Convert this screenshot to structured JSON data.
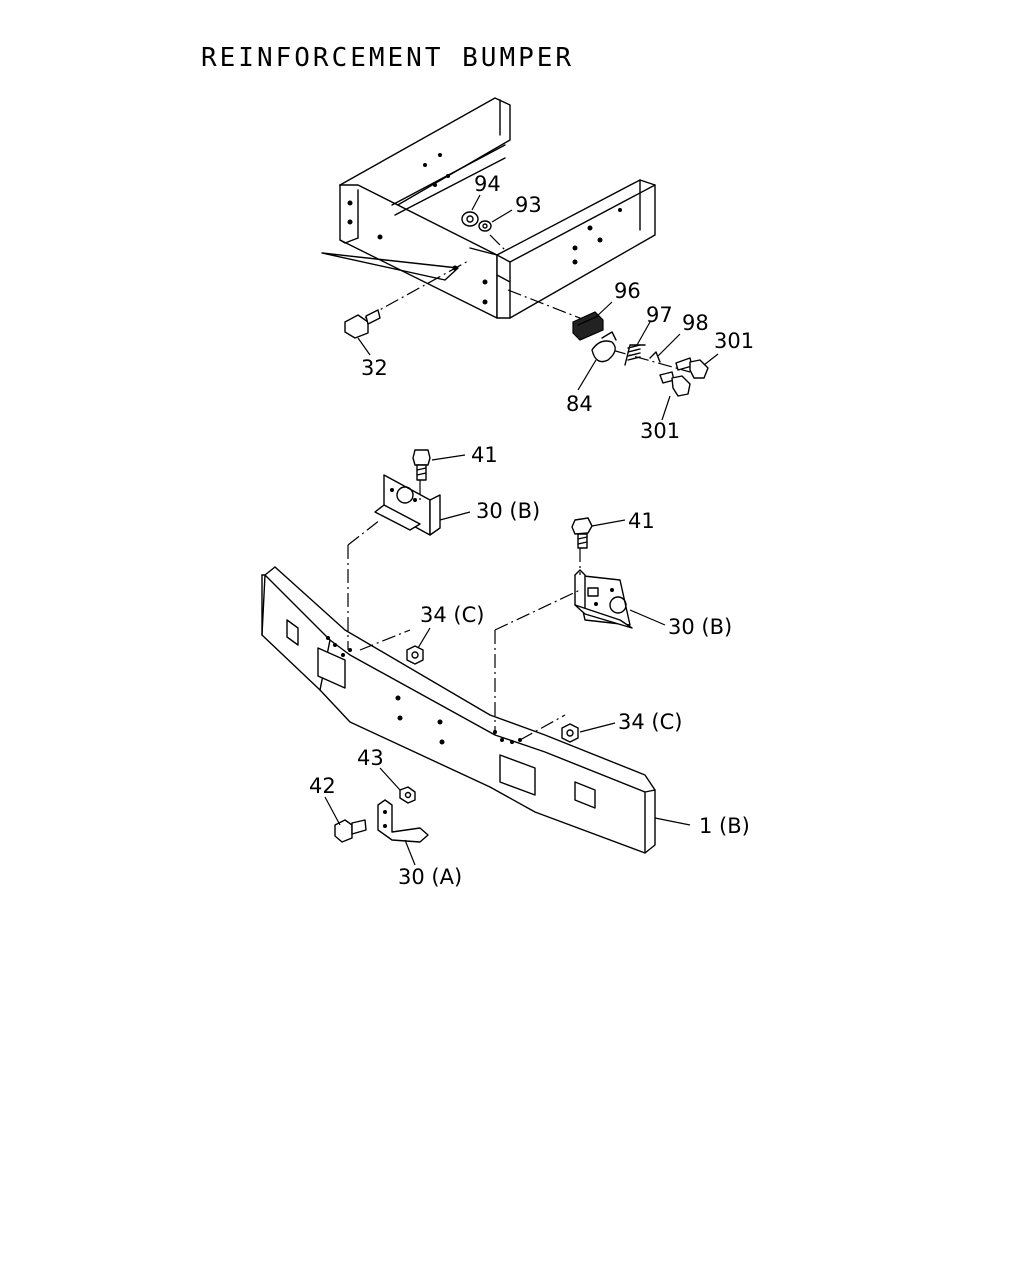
{
  "title": "REINFORCEMENT BUMPER",
  "callouts": {
    "c94": "94",
    "c93": "93",
    "c96": "96",
    "c97": "97",
    "c98": "98",
    "c301a": "301",
    "c301b": "301",
    "c32": "32",
    "c84": "84",
    "c41a": "41",
    "c41b": "41",
    "c30b_left": "30 (B)",
    "c30b_right": "30 (B)",
    "c34c_left": "34 (C)",
    "c34c_right": "34 (C)",
    "c43": "43",
    "c42": "42",
    "c1b": "1 (B)",
    "c30a": "30 (A)"
  }
}
